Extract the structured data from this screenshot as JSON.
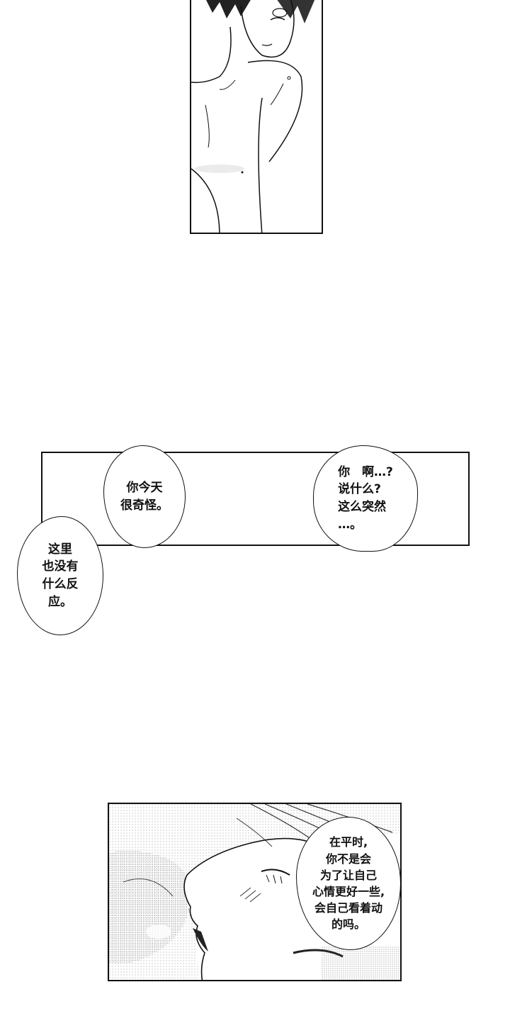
{
  "bubbles": {
    "strange_today": "你今天\n很奇怪。",
    "no_reaction": "这里\n也没有\n什么反\n应。",
    "sudden": "你　啊…?\n说什么?\n这么突然\n…。",
    "usually": "在平时,\n你不是会\n为了让自己\n心情更好一些,\n会自己看着动\n的吗。"
  }
}
